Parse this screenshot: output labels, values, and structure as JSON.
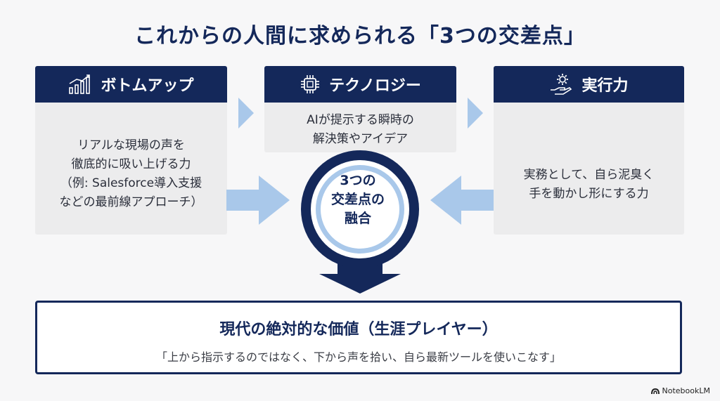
{
  "title": "これからの人間に求められる「3つの交差点」",
  "cards": {
    "bottom_up": {
      "heading": "ボトムアップ",
      "lines": [
        "リアルな現場の声を",
        "徹底的に吸い上げる力",
        "（例: Salesforce導入支援",
        "などの最前線アプローチ）"
      ],
      "icon": "bar-chart-growth-icon"
    },
    "technology": {
      "heading": "テクノロジー",
      "lines": [
        "AIが提示する瞬時の",
        "解決策やアイデア"
      ],
      "icon": "chip-icon"
    },
    "execution": {
      "heading": "実行力",
      "lines": [
        "実務として、自ら泥臭く",
        "手を動かし形にする力"
      ],
      "icon": "hand-gear-icon"
    }
  },
  "center": {
    "lines": [
      "3つの",
      "交差点の",
      "融合"
    ]
  },
  "result": {
    "title": "現代の絶対的な価値（生涯プレイヤー）",
    "quote": "「上から指示するのではなく、下から声を拾い、自ら最新ツールを使いこなす」"
  },
  "brand": "NotebookLM",
  "colors": {
    "navy": "#14285a",
    "light_blue": "#a9c8ea",
    "card_bg": "#ececed"
  }
}
